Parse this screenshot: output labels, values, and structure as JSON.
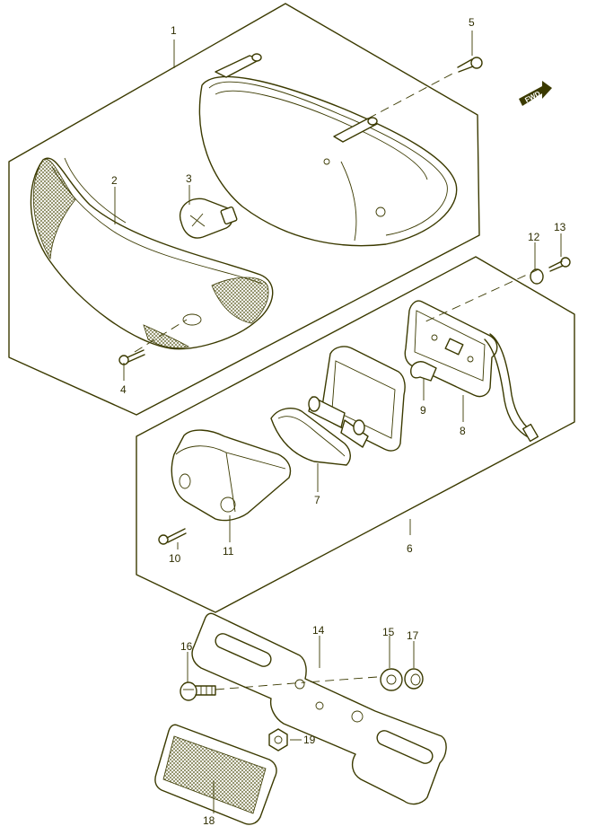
{
  "diagram": {
    "direction_badge": "FWD",
    "callouts": [
      {
        "id": "c1",
        "label": "1"
      },
      {
        "id": "c2",
        "label": "2"
      },
      {
        "id": "c3",
        "label": "3"
      },
      {
        "id": "c4",
        "label": "4"
      },
      {
        "id": "c5",
        "label": "5"
      },
      {
        "id": "c6",
        "label": "6"
      },
      {
        "id": "c7",
        "label": "7"
      },
      {
        "id": "c8",
        "label": "8"
      },
      {
        "id": "c9",
        "label": "9"
      },
      {
        "id": "c10",
        "label": "10"
      },
      {
        "id": "c11",
        "label": "11"
      },
      {
        "id": "c12",
        "label": "12"
      },
      {
        "id": "c13",
        "label": "13"
      },
      {
        "id": "c14",
        "label": "14"
      },
      {
        "id": "c15",
        "label": "15"
      },
      {
        "id": "c16",
        "label": "16"
      },
      {
        "id": "c17",
        "label": "17"
      },
      {
        "id": "c18",
        "label": "18"
      },
      {
        "id": "c19",
        "label": "19"
      }
    ]
  }
}
